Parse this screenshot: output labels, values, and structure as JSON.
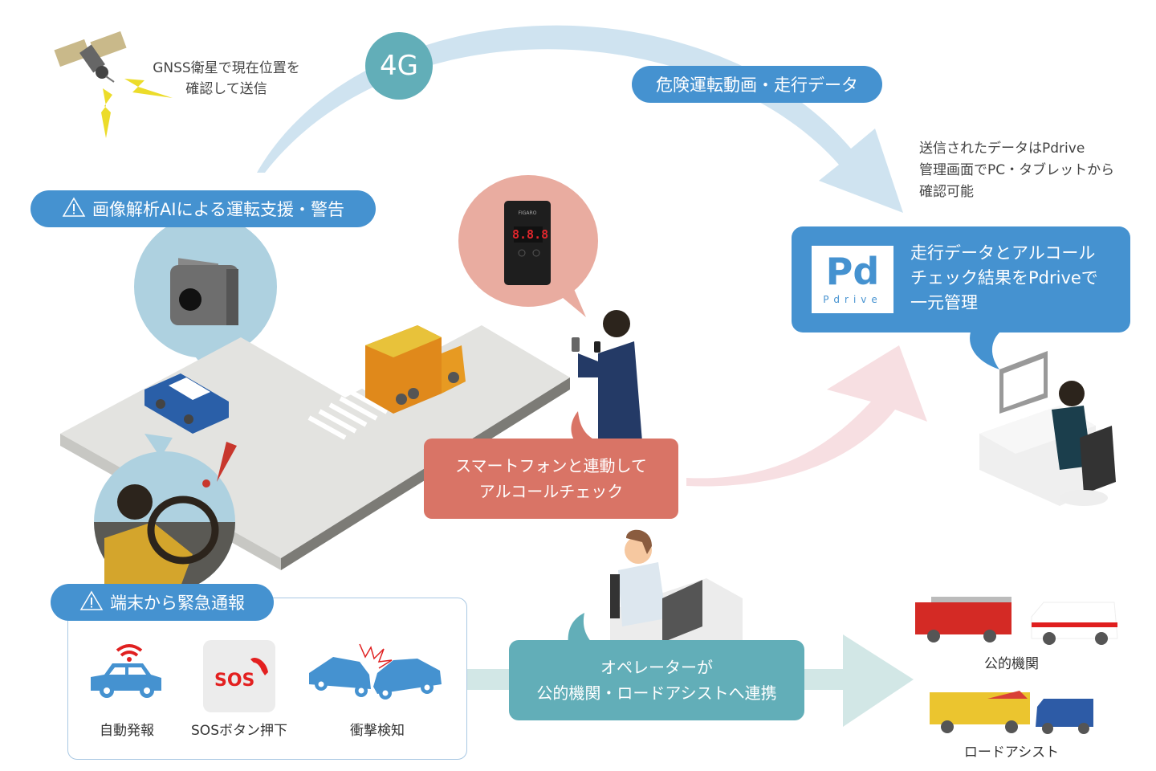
{
  "colors": {
    "accent_blue": "#4592d0",
    "arc_light_blue": "#cfe3f0",
    "teal": "#62aeb8",
    "teal_light": "#d2e7e6",
    "coral": "#d97466",
    "coral_light": "#e9aca0",
    "pink_arrow": "#f7dfe2",
    "circle_light_blue": "#aed1e0",
    "sos_red": "#e32020"
  },
  "gnss": {
    "icon": "satellite-icon",
    "line1": "GNSS衛星で現在位置を",
    "line2": "確認して送信"
  },
  "network": {
    "badge": "4G"
  },
  "data_flow": {
    "label": "危険運転動画・走行データ"
  },
  "pdrive_note": {
    "line1": "送信されたデータはPdrive",
    "line2": "管理画面でPC・タブレットから",
    "line3": "確認可能"
  },
  "pdrive_box": {
    "logo_main": "Pd",
    "logo_sub": "Pdrive",
    "line1": "走行データとアルコール",
    "line2": "チェック結果をPdriveで",
    "line3": "一元管理"
  },
  "ai_assist": {
    "icon": "warning-icon",
    "label": "画像解析AIによる運転支援・警告"
  },
  "alcohol": {
    "device_brand": "FIGARO",
    "device_display": "8.8.8",
    "line1": "スマートフォンと連動して",
    "line2": "アルコールチェック"
  },
  "emergency": {
    "icon": "warning-icon",
    "title": "端末から緊急通報",
    "items": [
      {
        "icon": "car-signal-icon",
        "label": "自動発報"
      },
      {
        "icon": "sos-phone-icon",
        "label": "SOSボタン押下",
        "badge": "SOS"
      },
      {
        "icon": "car-collision-icon",
        "label": "衝撃検知"
      }
    ]
  },
  "operator": {
    "line1": "オペレーターが",
    "line2": "公的機関・ロードアシストへ連携"
  },
  "destinations": [
    {
      "icon": "fire-truck-ambulance-icon",
      "label": "公的機関"
    },
    {
      "icon": "tow-truck-icon",
      "label": "ロードアシスト"
    }
  ]
}
